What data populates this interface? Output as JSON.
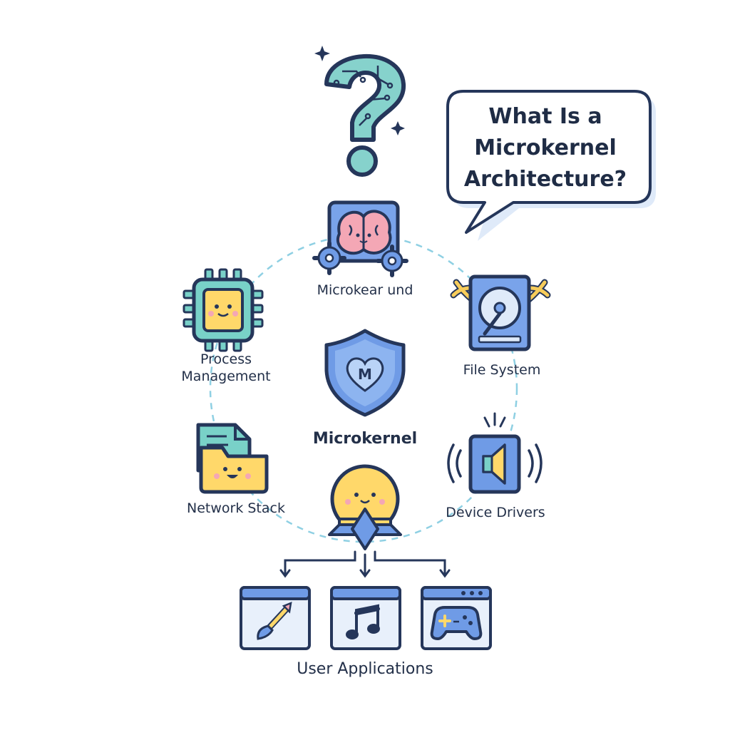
{
  "question": {
    "line1": "What Is a",
    "line2": "Microkernel",
    "line3": "Architecture?"
  },
  "nodes": {
    "top": "Microkear und",
    "process_line1": "Process",
    "process_line2": "Management",
    "file_system": "File System",
    "center": "Microkernel",
    "network": "Network Stack",
    "drivers": "Device Drivers",
    "shield_letter": "M"
  },
  "footer": "User Applications",
  "icons": [
    "question-mark-icon",
    "brain-gears-icon",
    "cpu-chip-icon",
    "hard-drive-icon",
    "shield-heart-icon",
    "folder-icon",
    "speaker-icon",
    "rocket-icon",
    "paint-brush-icon",
    "music-note-icon",
    "gamepad-icon"
  ],
  "colors": {
    "outline": "#25365a",
    "blue": "#6f9be6",
    "teal": "#79d1c8",
    "yellow": "#ffd86a",
    "pink": "#f4a7b5",
    "dash": "#8fd0e3"
  }
}
